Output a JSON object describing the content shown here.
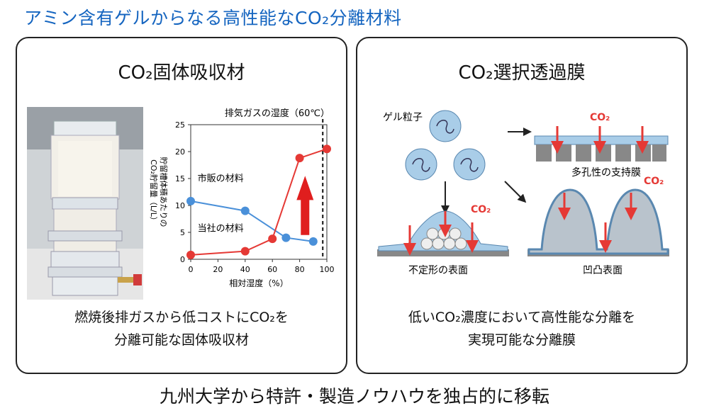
{
  "title": "アミン含有ゲルからなる高性能なCO₂分離材料",
  "left_panel": {
    "title": "CO₂固体吸収材",
    "caption_line1": "燃焼後排ガスから低コストにCO₂を",
    "caption_line2": "分離可能な固体吸収材"
  },
  "right_panel": {
    "title": "CO₂選択透過膜",
    "caption_line1": "低いCO₂濃度において高性能な分離を",
    "caption_line2": "実現可能な分離膜",
    "labels": {
      "gel_particles": "ゲル粒子",
      "co2": "CO₂",
      "porous_support": "多孔性の支持膜",
      "amorphous_surface": "不定形の表面",
      "uneven_surface": "凹凸表面"
    }
  },
  "footer": "九州大学から特許・製造ノウハウを独占的に移転",
  "chart_data": {
    "type": "line",
    "xlabel": "相対湿度（%）",
    "ylabel_line1": "貯留槽体積あたりの",
    "ylabel_line2": "CO₂貯留量（L/L）",
    "x_ticks": [
      0,
      20,
      40,
      60,
      80,
      100
    ],
    "y_ticks": [
      0,
      5,
      10,
      15,
      20,
      25
    ],
    "xlim": [
      0,
      100
    ],
    "ylim": [
      0,
      25
    ],
    "annotation": "排気ガスの湿度（60℃）",
    "annotation_x": 97,
    "series": [
      {
        "name": "市販の材料",
        "color": "#4a90d9",
        "points": [
          [
            0,
            10.8
          ],
          [
            40,
            9.0
          ],
          [
            70,
            4.0
          ],
          [
            90,
            3.3
          ]
        ]
      },
      {
        "name": "当社の材料",
        "color": "#e53935",
        "points": [
          [
            0,
            0.8
          ],
          [
            40,
            1.5
          ],
          [
            60,
            3.8
          ],
          [
            80,
            18.8
          ],
          [
            100,
            20.5
          ]
        ]
      }
    ]
  }
}
